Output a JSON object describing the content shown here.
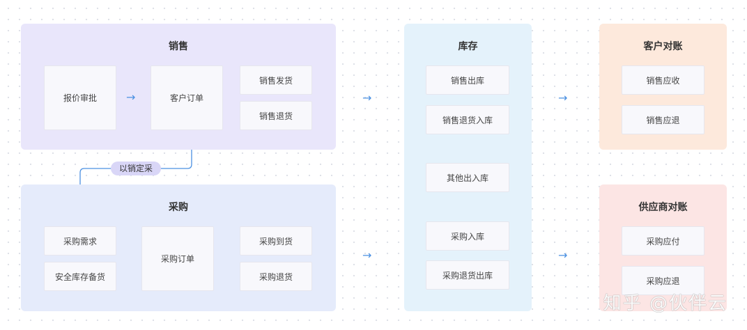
{
  "colors": {
    "sales_bg": "#e9e6fb",
    "purchase_bg": "#e5ebfb",
    "inventory_bg": "#e4f2fb",
    "customer_bg": "#fde9dc",
    "supplier_bg": "#fce5e4",
    "arrow": "#4a90e2",
    "tag_bg": "#d9d6f7"
  },
  "sales": {
    "title": "销售",
    "quote_approval": "报价审批",
    "customer_order": "客户订单",
    "sales_shipment": "销售发货",
    "sales_return": "销售退货"
  },
  "link_tag": "以销定采",
  "purchase": {
    "title": "采购",
    "purchase_demand": "采购需求",
    "safety_stock": "安全库存备货",
    "purchase_order": "采购订单",
    "purchase_arrival": "采购到货",
    "purchase_return": "采购退货"
  },
  "inventory": {
    "title": "库存",
    "sales_out": "销售出库",
    "sales_return_in": "销售退货入库",
    "other_io": "其他出入库",
    "purchase_in": "采购入库",
    "purchase_return_out": "采购退货出库"
  },
  "customer_recon": {
    "title": "客户对账",
    "receivable": "销售应收",
    "refund": "销售应退"
  },
  "supplier_recon": {
    "title": "供应商对账",
    "payable": "采购应付",
    "refund": "采购应退"
  },
  "watermark": "知乎 @伙伴云"
}
